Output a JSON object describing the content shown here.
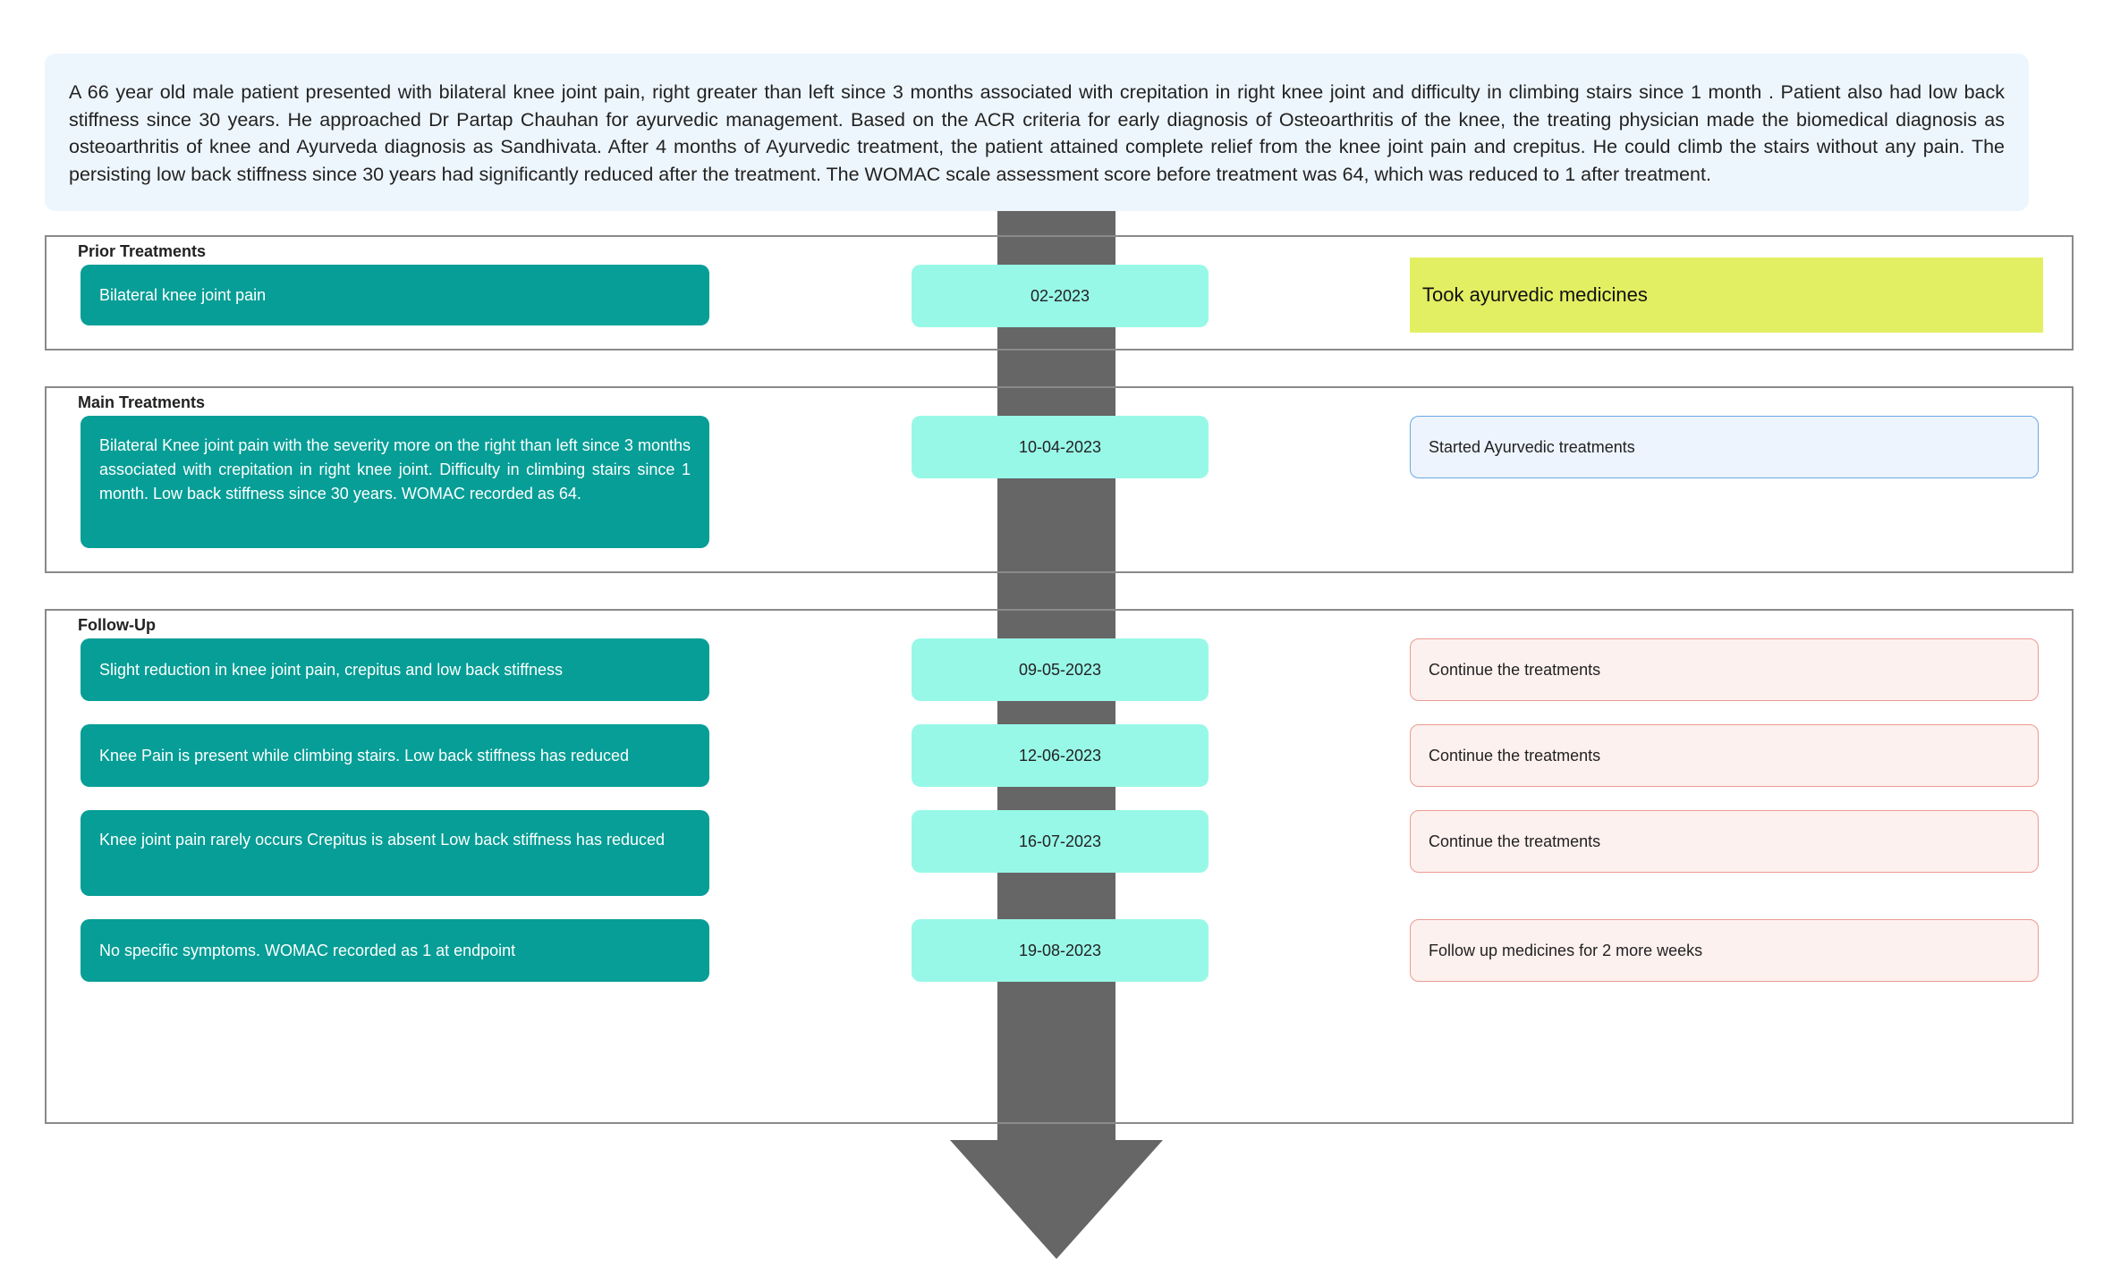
{
  "summary": "A 66 year old male patient presented with bilateral knee joint pain, right greater than left since 3 months associated with crepitation in right knee joint and difficulty in climbing stairs since 1 month . Patient also had low back stiffness since 30 years. He approached Dr Partap Chauhan for ayurvedic management. Based on the ACR criteria for early diagnosis of Osteoarthritis of the knee, the treating physician made the biomedical diagnosis as osteoarthritis of knee and Ayurveda diagnosis as Sandhivata. After 4 months of Ayurvedic treatment, the patient attained complete relief from the knee joint pain and crepitus. He could climb the stairs without any pain. The persisting low back stiffness since 30 years had significantly reduced after the treatment. The WOMAC scale assessment score before treatment was 64, which was reduced to 1 after treatment.",
  "sections": {
    "prior": {
      "title": "Prior Treatments",
      "rows": [
        {
          "event": "Bilateral knee joint pain",
          "date": "02-2023",
          "action": "Took ayurvedic medicines"
        }
      ]
    },
    "main": {
      "title": "Main Treatments",
      "rows": [
        {
          "event": "Bilateral Knee joint pain with the severity more on the right than left since 3 months associated with crepitation in right knee joint. Difficulty in climbing stairs since 1 month. Low back stiffness since 30 years. WOMAC recorded as 64.",
          "date": "10-04-2023",
          "action": "Started Ayurvedic treatments"
        }
      ]
    },
    "followup": {
      "title": "Follow-Up",
      "rows": [
        {
          "event": "Slight reduction in knee joint pain, crepitus and low back stiffness",
          "date": "09-05-2023",
          "action": "Continue the treatments"
        },
        {
          "event": "Knee Pain is present while climbing stairs. Low back stiffness has reduced",
          "date": "12-06-2023",
          "action": "Continue the treatments"
        },
        {
          "event": "Knee joint pain rarely occurs Crepitus is absent Low back stiffness has reduced",
          "date": "16-07-2023",
          "action": "Continue the treatments"
        },
        {
          "event": "No specific symptoms. WOMAC recorded as 1 at endpoint",
          "date": "19-08-2023",
          "action": "Follow up medicines for 2 more weeks"
        }
      ]
    }
  },
  "colors": {
    "timeline_arrow": "#666666",
    "event_box": "#069e96",
    "date_box": "#98f8e8",
    "summary_bg": "#eef6fd",
    "action_prior": "#e3ef62",
    "action_main": "#edf4fd",
    "action_followup": "#fdf1ef"
  }
}
